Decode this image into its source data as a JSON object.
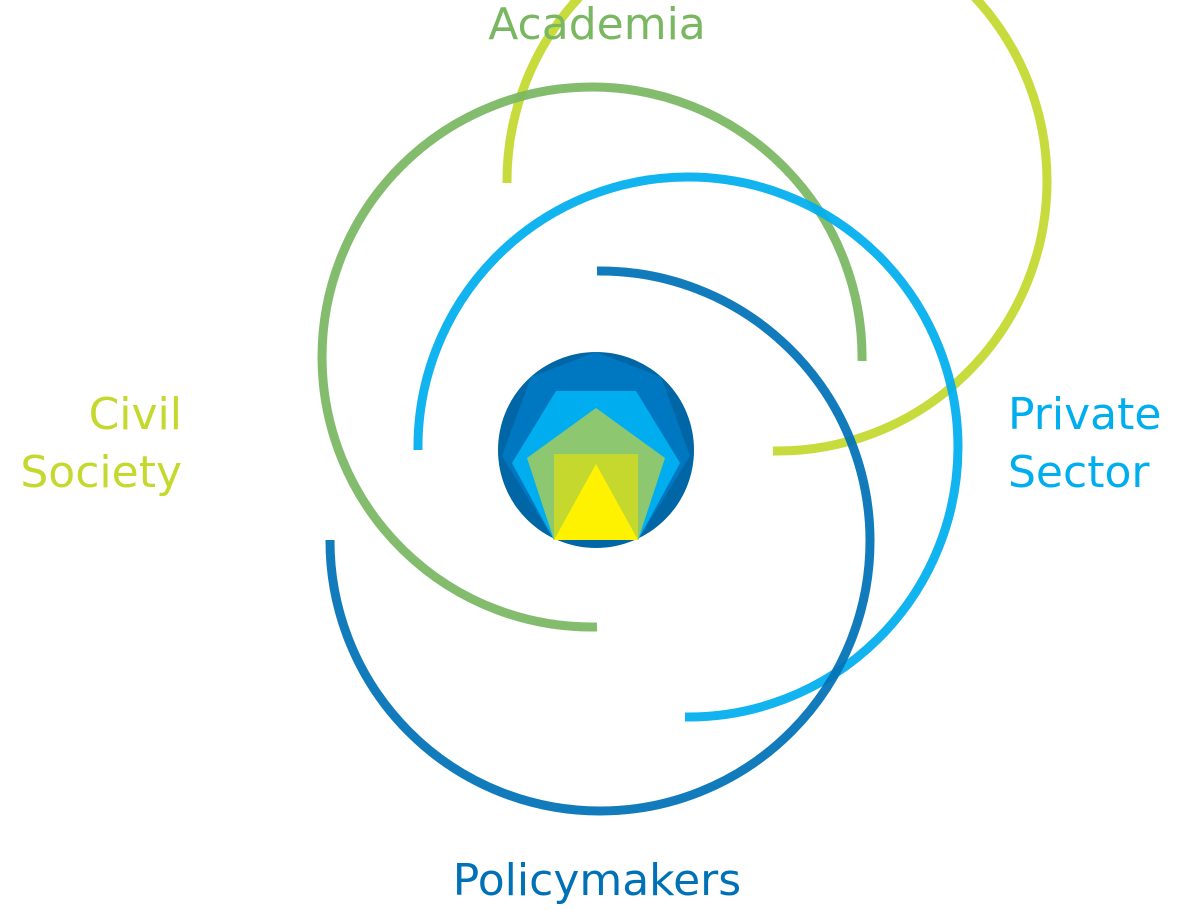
{
  "diagram": {
    "stakeholders": [
      {
        "key": "academia",
        "lines": [
          "Academia"
        ],
        "color": "#7ab762"
      },
      {
        "key": "private_sector",
        "lines": [
          "Private",
          "Sector"
        ],
        "color": "#00aeef"
      },
      {
        "key": "civil_society",
        "lines": [
          "Civil",
          "Society"
        ],
        "color": "#c4d82e"
      },
      {
        "key": "policymakers",
        "lines": [
          "Policymakers"
        ],
        "color": "#0071b6"
      }
    ],
    "center_emblem": {
      "circle_color": "#0066a6",
      "layers": [
        "#0078c1",
        "#00aeef",
        "#8dc870",
        "#c4d82e",
        "#fff200"
      ]
    }
  }
}
